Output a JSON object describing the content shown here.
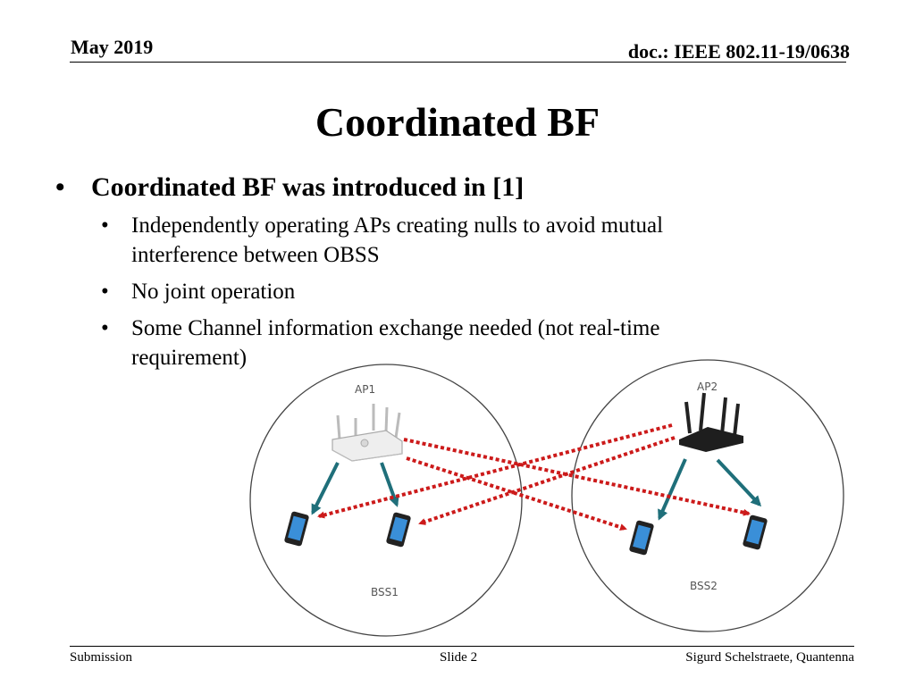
{
  "header": {
    "date": "May  2019",
    "doc_id": "doc.: IEEE 802.11-19/0638"
  },
  "slide": {
    "title": "Coordinated BF",
    "bullets": [
      {
        "text": "Coordinated BF was introduced in [1]",
        "sub": [
          "Independently operating APs creating nulls to avoid mutual interference between OBSS",
          "No joint operation",
          "Some Channel information exchange needed (not real-time requirement)"
        ]
      }
    ]
  },
  "diagram": {
    "ap1_label": "AP1",
    "ap2_label": "AP2",
    "bss1_label": "BSS1",
    "bss2_label": "BSS2",
    "colors": {
      "interference": "#cc1a1a",
      "beam": "#1f6f7a",
      "circle": "#444444"
    }
  },
  "footer": {
    "left": "Submission",
    "center": "Slide 2",
    "right": "Sigurd Schelstraete, Quantenna"
  }
}
